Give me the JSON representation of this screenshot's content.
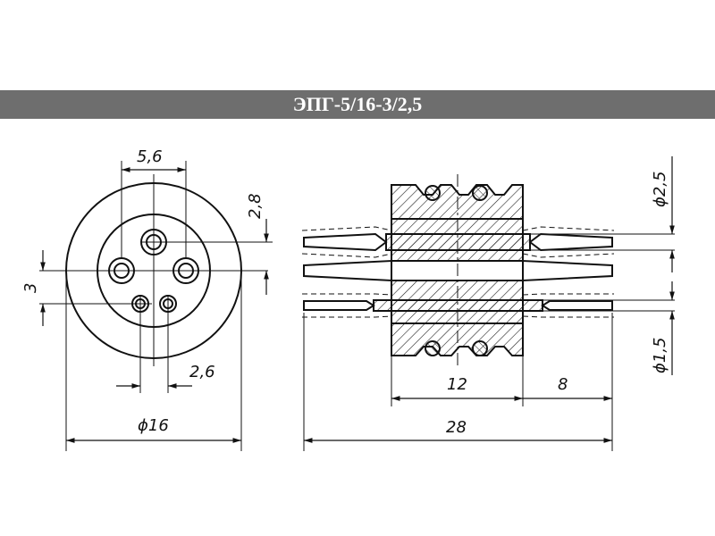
{
  "title": "ЭПГ-5/16-3/2,5",
  "colors": {
    "band": "#6e6e6e",
    "ink": "#111111",
    "band_text": "#ffffff"
  },
  "dimensions": {
    "pin_spacing": "5,6",
    "offset_top": "2,8",
    "offset_left": "3",
    "small_spacing": "2,6",
    "diameter": "ϕ16",
    "dia_pin": "ϕ2,5",
    "dia_small": "ϕ1,5",
    "body_len": "12",
    "pin_len": "8",
    "total_len": "28"
  }
}
